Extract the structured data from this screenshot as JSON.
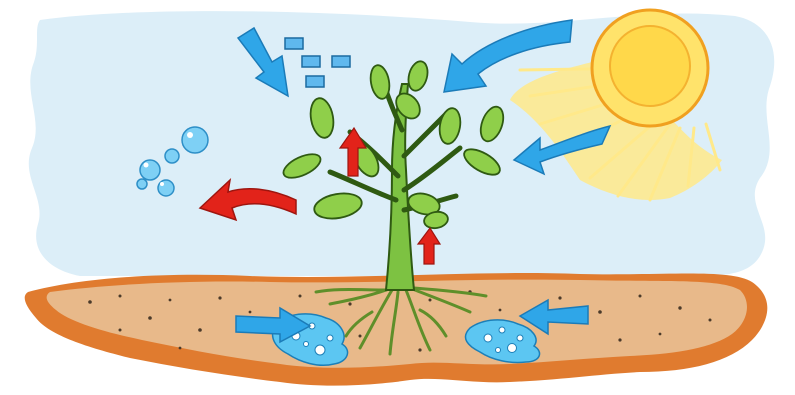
{
  "scene": {
    "subject": "plant",
    "elements": [
      "sky-background",
      "sun",
      "sunlight-arrows",
      "co2-blocks",
      "co2-arrow",
      "plant-stem",
      "leaves",
      "roots",
      "soil",
      "water-puddles",
      "water-arrows",
      "oxygen-bubbles",
      "oxygen-arrow",
      "internal-flow-arrows"
    ]
  },
  "colors": {
    "sky": "#dceef8",
    "sun_core": "#ffd84a",
    "sun_rays": "#ffe98a",
    "arrow_blue": "#2fa6e8",
    "arrow_red": "#e2231a",
    "soil_light": "#e8b98a",
    "soil_dark": "#e07b2f",
    "plant_green": "#7dc242",
    "leaf_green": "#8fcf4a",
    "water": "#5cc6f2",
    "bubble": "#7ed0f5",
    "co2_block": "#5fb8ee"
  }
}
